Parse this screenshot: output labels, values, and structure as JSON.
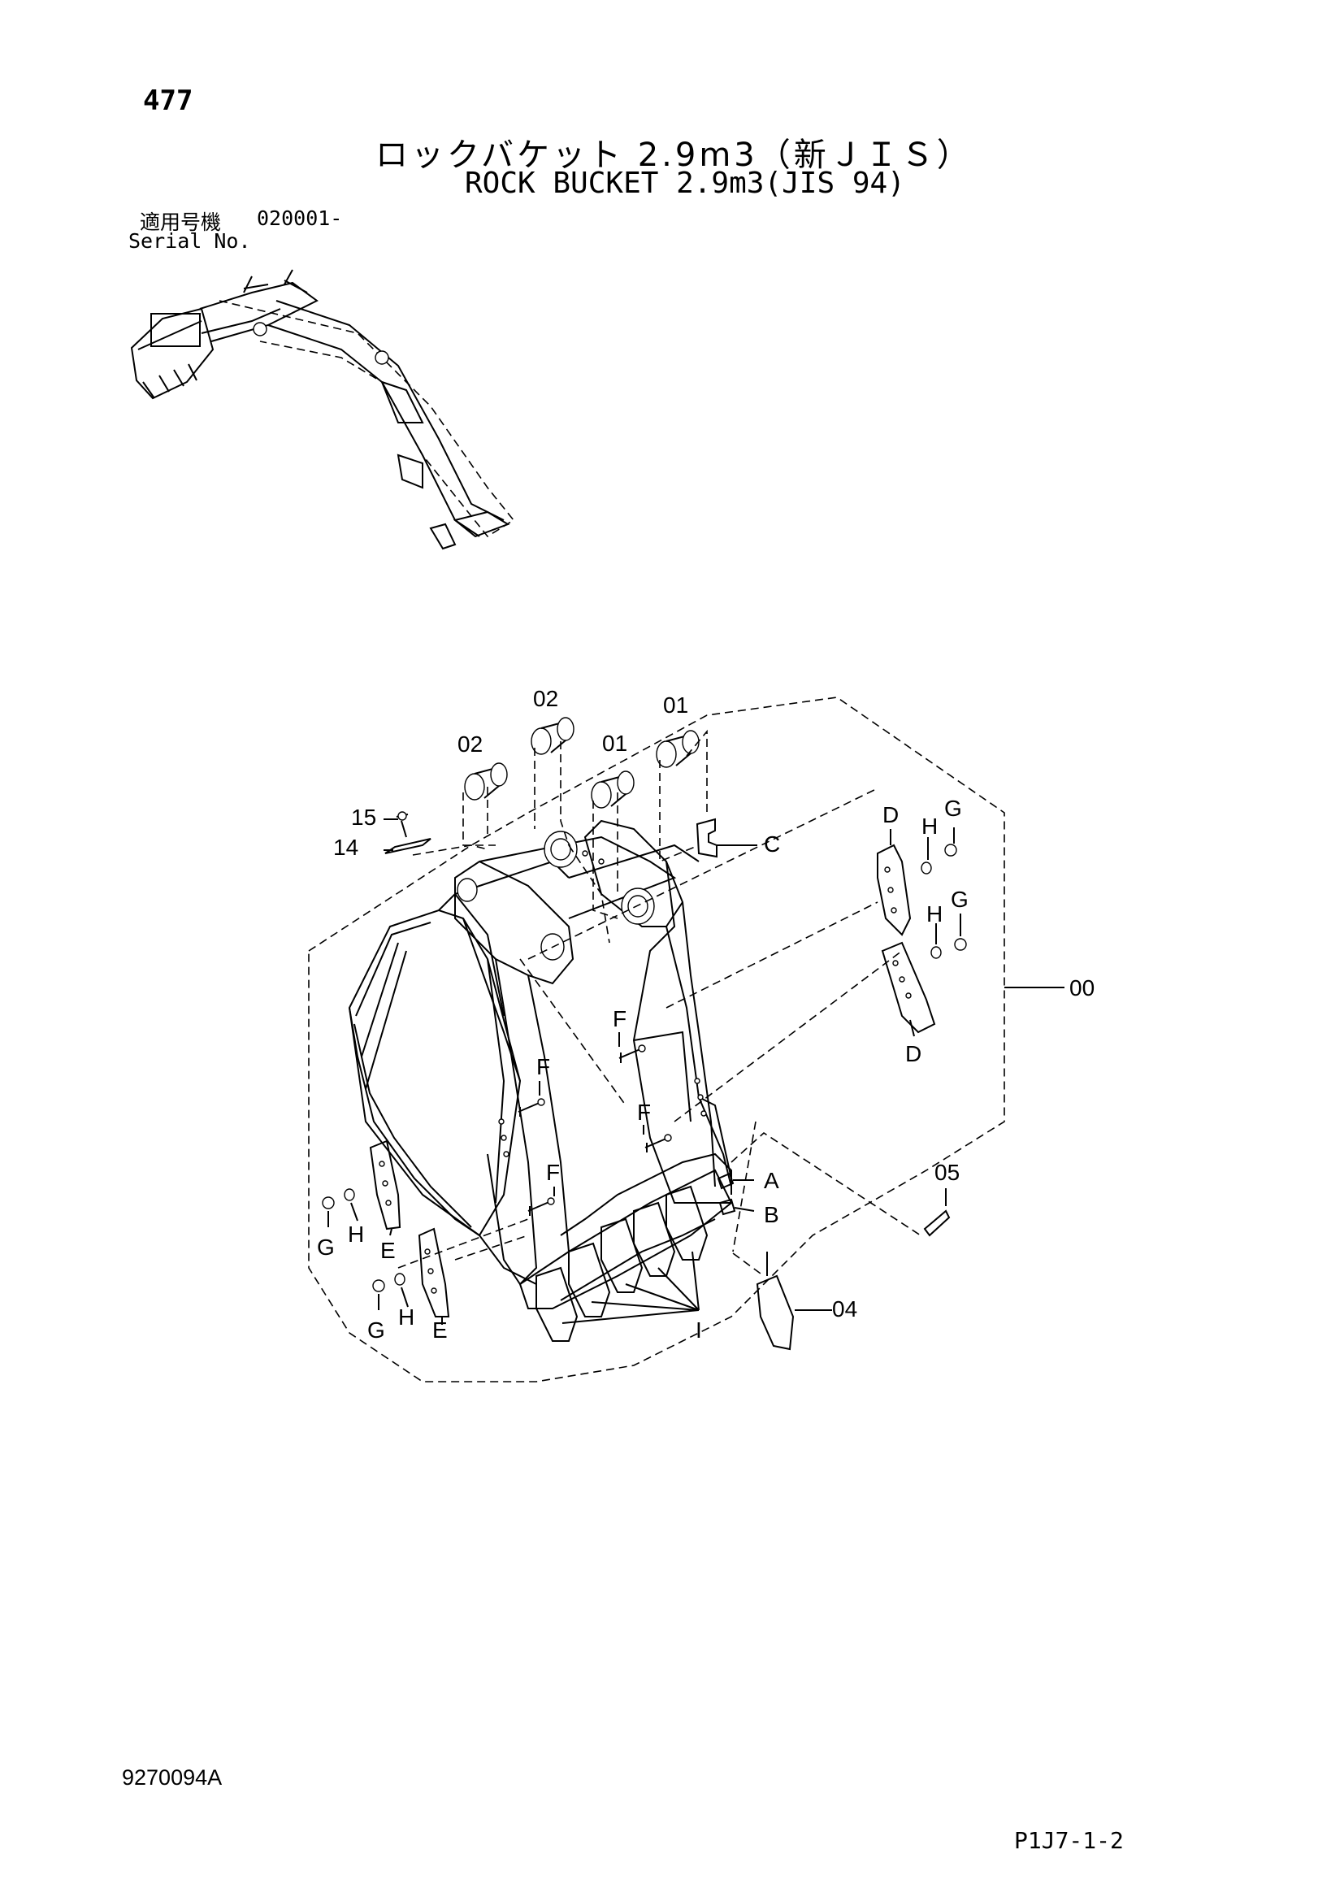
{
  "page": {
    "number": "477",
    "title_jp": "ロックバケット 2.9m3（新ＪＩＳ）",
    "title_en": "ROCK BUCKET 2.9m3(JIS 94)",
    "serial_label_jp": "適用号機",
    "serial_number": "020001-",
    "serial_label_en": "Serial No.",
    "document_code": "9270094A",
    "page_ref": "P1J7-1-2"
  },
  "callouts": {
    "c01a": "02",
    "c01b": "01",
    "c02a": "02",
    "c02b": "01",
    "c15": "15",
    "c14": "14",
    "cC": "C",
    "cD1": "D",
    "cH1": "H",
    "cG1": "G",
    "cH2": "H",
    "cG2": "G",
    "c00": "00",
    "cD2": "D",
    "cF1": "F",
    "cF2": "F",
    "cF3": "F",
    "cF4": "F",
    "cA": "A",
    "cB": "B",
    "c05": "05",
    "c04": "04",
    "cI": "I",
    "cG3": "G",
    "cH3": "H",
    "cE1": "E",
    "cG4": "G",
    "cH4": "H",
    "cE2": "E"
  }
}
